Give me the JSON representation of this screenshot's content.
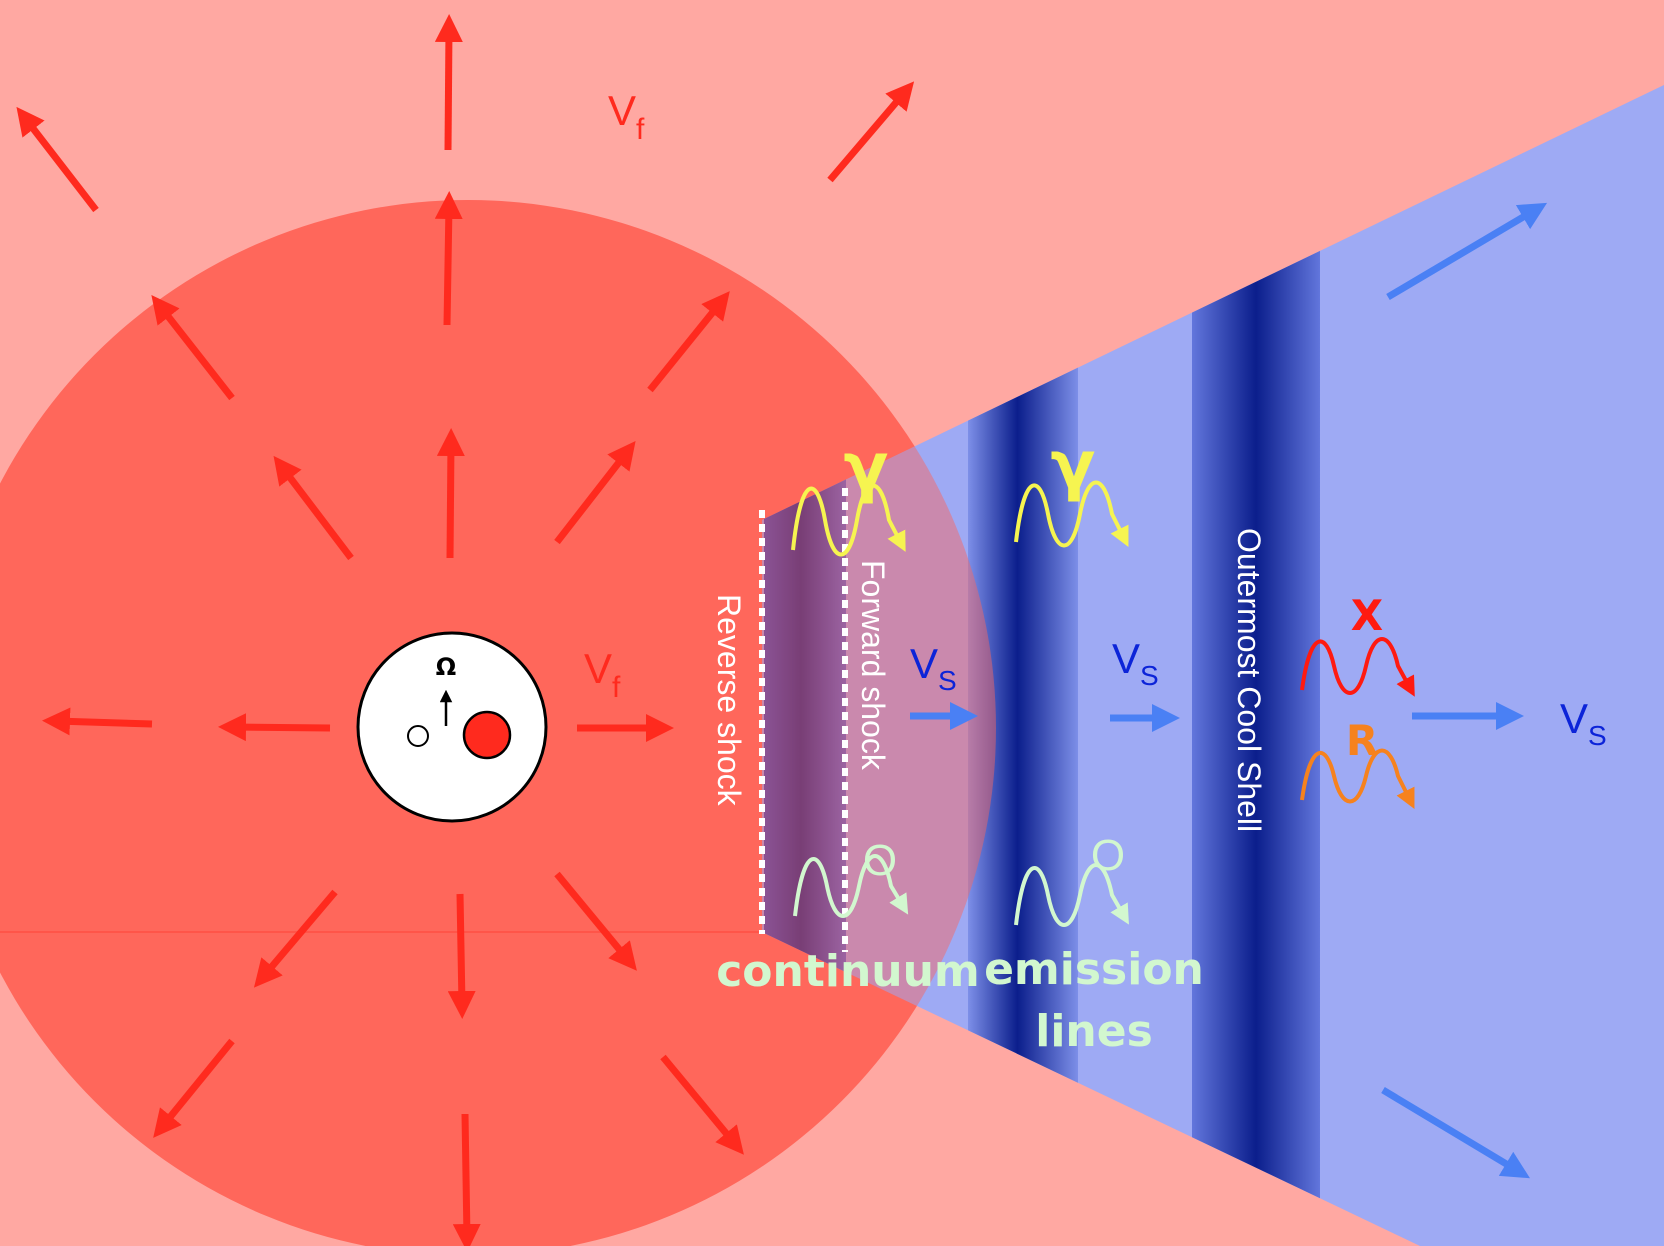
{
  "colors": {
    "background": "#ffa8a2",
    "wind_disk": "#ff675b",
    "arrow_red": "#ff2a1e",
    "cone": "#9aaaf8",
    "shell_dark": "#0b1e8c",
    "arrow_blue": "#4a80f4",
    "label_blue": "#0c24d8",
    "gamma_yellow": "#f6f450",
    "optical_green": "#d2f7cf",
    "xray_red": "#ff1a10",
    "radio_orange": "#f6821e",
    "text_white": "#ffffff"
  },
  "labels": {
    "vf_top": {
      "main": "V",
      "sub": "f"
    },
    "vf_mid": {
      "main": "V",
      "sub": "f"
    },
    "omega": "Ω",
    "reverse_shock": "Reverse shock",
    "forward_shock": "Forward shock",
    "outer_shell": "Outermost Cool Shell",
    "vs_1": {
      "main": "V",
      "sub": "S"
    },
    "vs_2": {
      "main": "V",
      "sub": "S"
    },
    "vs_3": {
      "main": "V",
      "sub": "S"
    },
    "gamma_1": "γ",
    "gamma_2": "γ",
    "optical_1": "O",
    "optical_2": "O",
    "xray": "X",
    "radio": "R",
    "continuum": "continuum",
    "emission_line1": "emission",
    "emission_line2": "lines"
  },
  "icons": {
    "omega_arrow": "up-arrow-icon",
    "photon": "wavy-arrow-icon"
  }
}
